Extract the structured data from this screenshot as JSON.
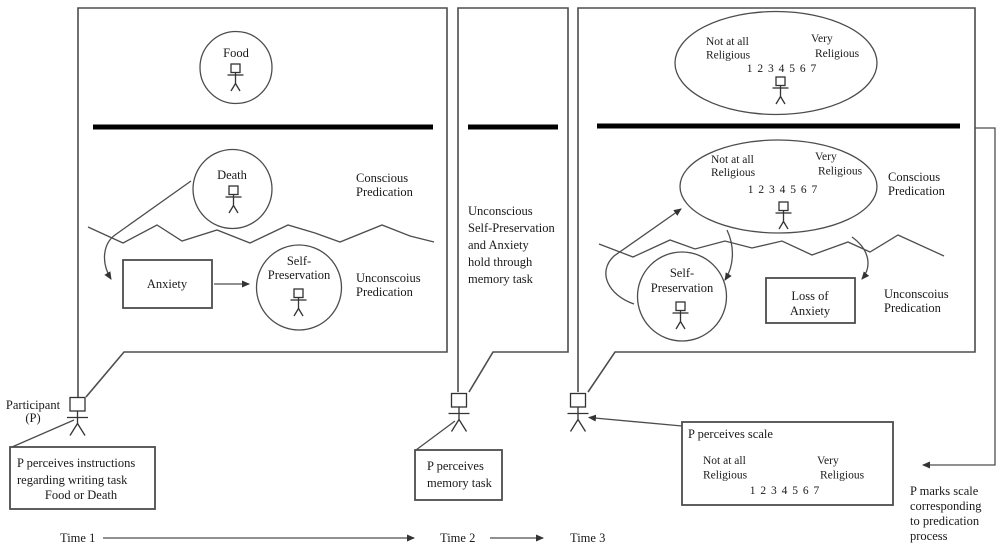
{
  "panel1": {
    "food": "Food",
    "death": "Death",
    "conscious": [
      "Conscious",
      "Predication"
    ],
    "unconscious": [
      "Unconscoius",
      "Predication"
    ],
    "anxiety": "Anxiety",
    "self_preservation": [
      "Self-",
      "Preservation"
    ]
  },
  "panel2": {
    "caption": [
      "Unconscious",
      "Self-Preservation",
      "and Anxiety",
      "hold through",
      "memory task"
    ]
  },
  "panel3": {
    "conscious": [
      "Conscious",
      "Predication"
    ],
    "unconscious": [
      "Unconscoius",
      "Predication"
    ],
    "self_preservation": [
      "Self-",
      "Preservation"
    ],
    "loss_of_anxiety": [
      "Loss of",
      "Anxiety"
    ],
    "scale": {
      "left": [
        "Not at all",
        "Religious"
      ],
      "right": [
        "Very",
        "Religious"
      ],
      "numbers": "1 2 3 4 5 6 7"
    }
  },
  "participant": [
    "Participant",
    "(P)"
  ],
  "callouts": {
    "writing_task": [
      "P perceives instructions",
      "regarding writing task",
      "Food or Death"
    ],
    "memory_task": [
      "P perceives",
      "memory task"
    ],
    "scale_title": "P perceives scale",
    "marks_scale": [
      "P marks scale",
      "corresponding",
      "to predication",
      "process"
    ]
  },
  "timeline": {
    "t1": "Time 1",
    "t2": "Time 2",
    "t3": "Time 3"
  },
  "colors": {
    "line": "#4d4d4d",
    "thick_line": "#000000",
    "text": "#1a1a1a",
    "background": "#ffffff"
  }
}
